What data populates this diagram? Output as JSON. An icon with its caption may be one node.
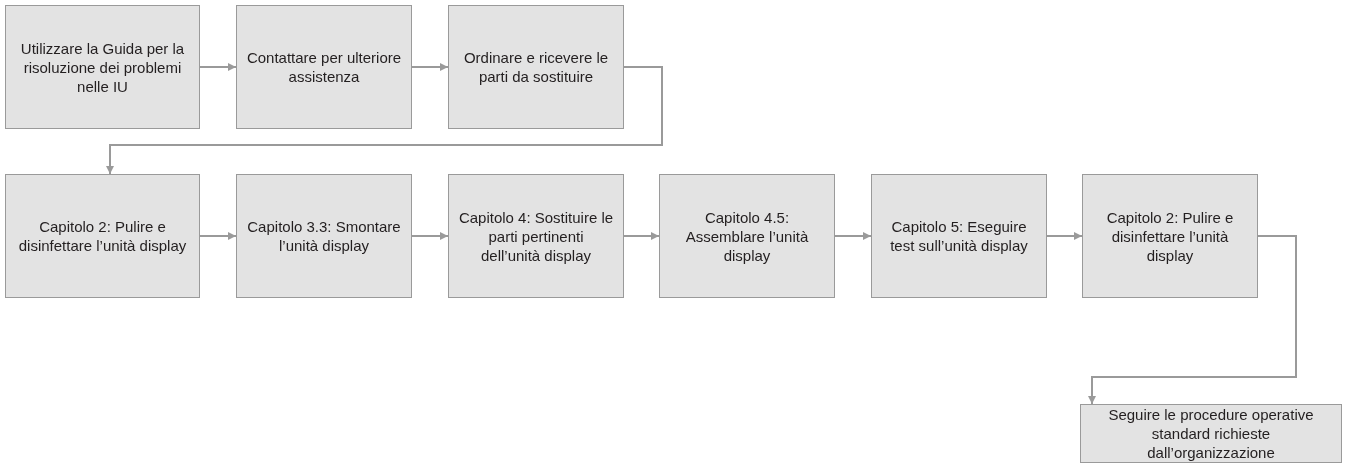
{
  "diagram": {
    "nodes": [
      {
        "text": [
          "Utilizzare la Guida per la risoluzione dei problemi nelle IU"
        ]
      },
      {
        "text": [
          "Contattare per ulteriore assistenza"
        ]
      },
      {
        "text": [
          "Ordinare e ricevere le parti da sostituire"
        ]
      },
      {
        "text": [
          "Capitolo 2: Pulire e disinfettare l’unità display"
        ]
      },
      {
        "text": [
          "Capitolo 3.3: Smontare l’unità display"
        ]
      },
      {
        "text": [
          "Capitolo 4: Sostituire le parti pertinenti dell’unità display"
        ]
      },
      {
        "text": [
          "Capitolo 4.5: Assemblare l’unità display"
        ]
      },
      {
        "text": [
          "Capitolo 5: Eseguire test sull’unità display"
        ]
      },
      {
        "text": [
          "Capitolo 2: Pulire e disinfettare l’unità display"
        ]
      },
      {
        "text": [
          "Seguire le procedure operative standard richieste dall’organizzazione"
        ]
      }
    ],
    "edges": [
      {
        "from": 0,
        "to": 1,
        "arrow": "to"
      },
      {
        "from": 1,
        "to": 2,
        "arrow": "to"
      },
      {
        "from": 2,
        "to": 3,
        "arrow": "to"
      },
      {
        "from": 3,
        "to": 4,
        "arrow": "to"
      },
      {
        "from": 4,
        "to": 5,
        "arrow": "to"
      },
      {
        "from": 5,
        "to": 6,
        "arrow": "to"
      },
      {
        "from": 6,
        "to": 7,
        "arrow": "to"
      },
      {
        "from": 7,
        "to": 8,
        "arrow": "to"
      },
      {
        "from": 8,
        "to": 9,
        "arrow": "to"
      }
    ]
  }
}
